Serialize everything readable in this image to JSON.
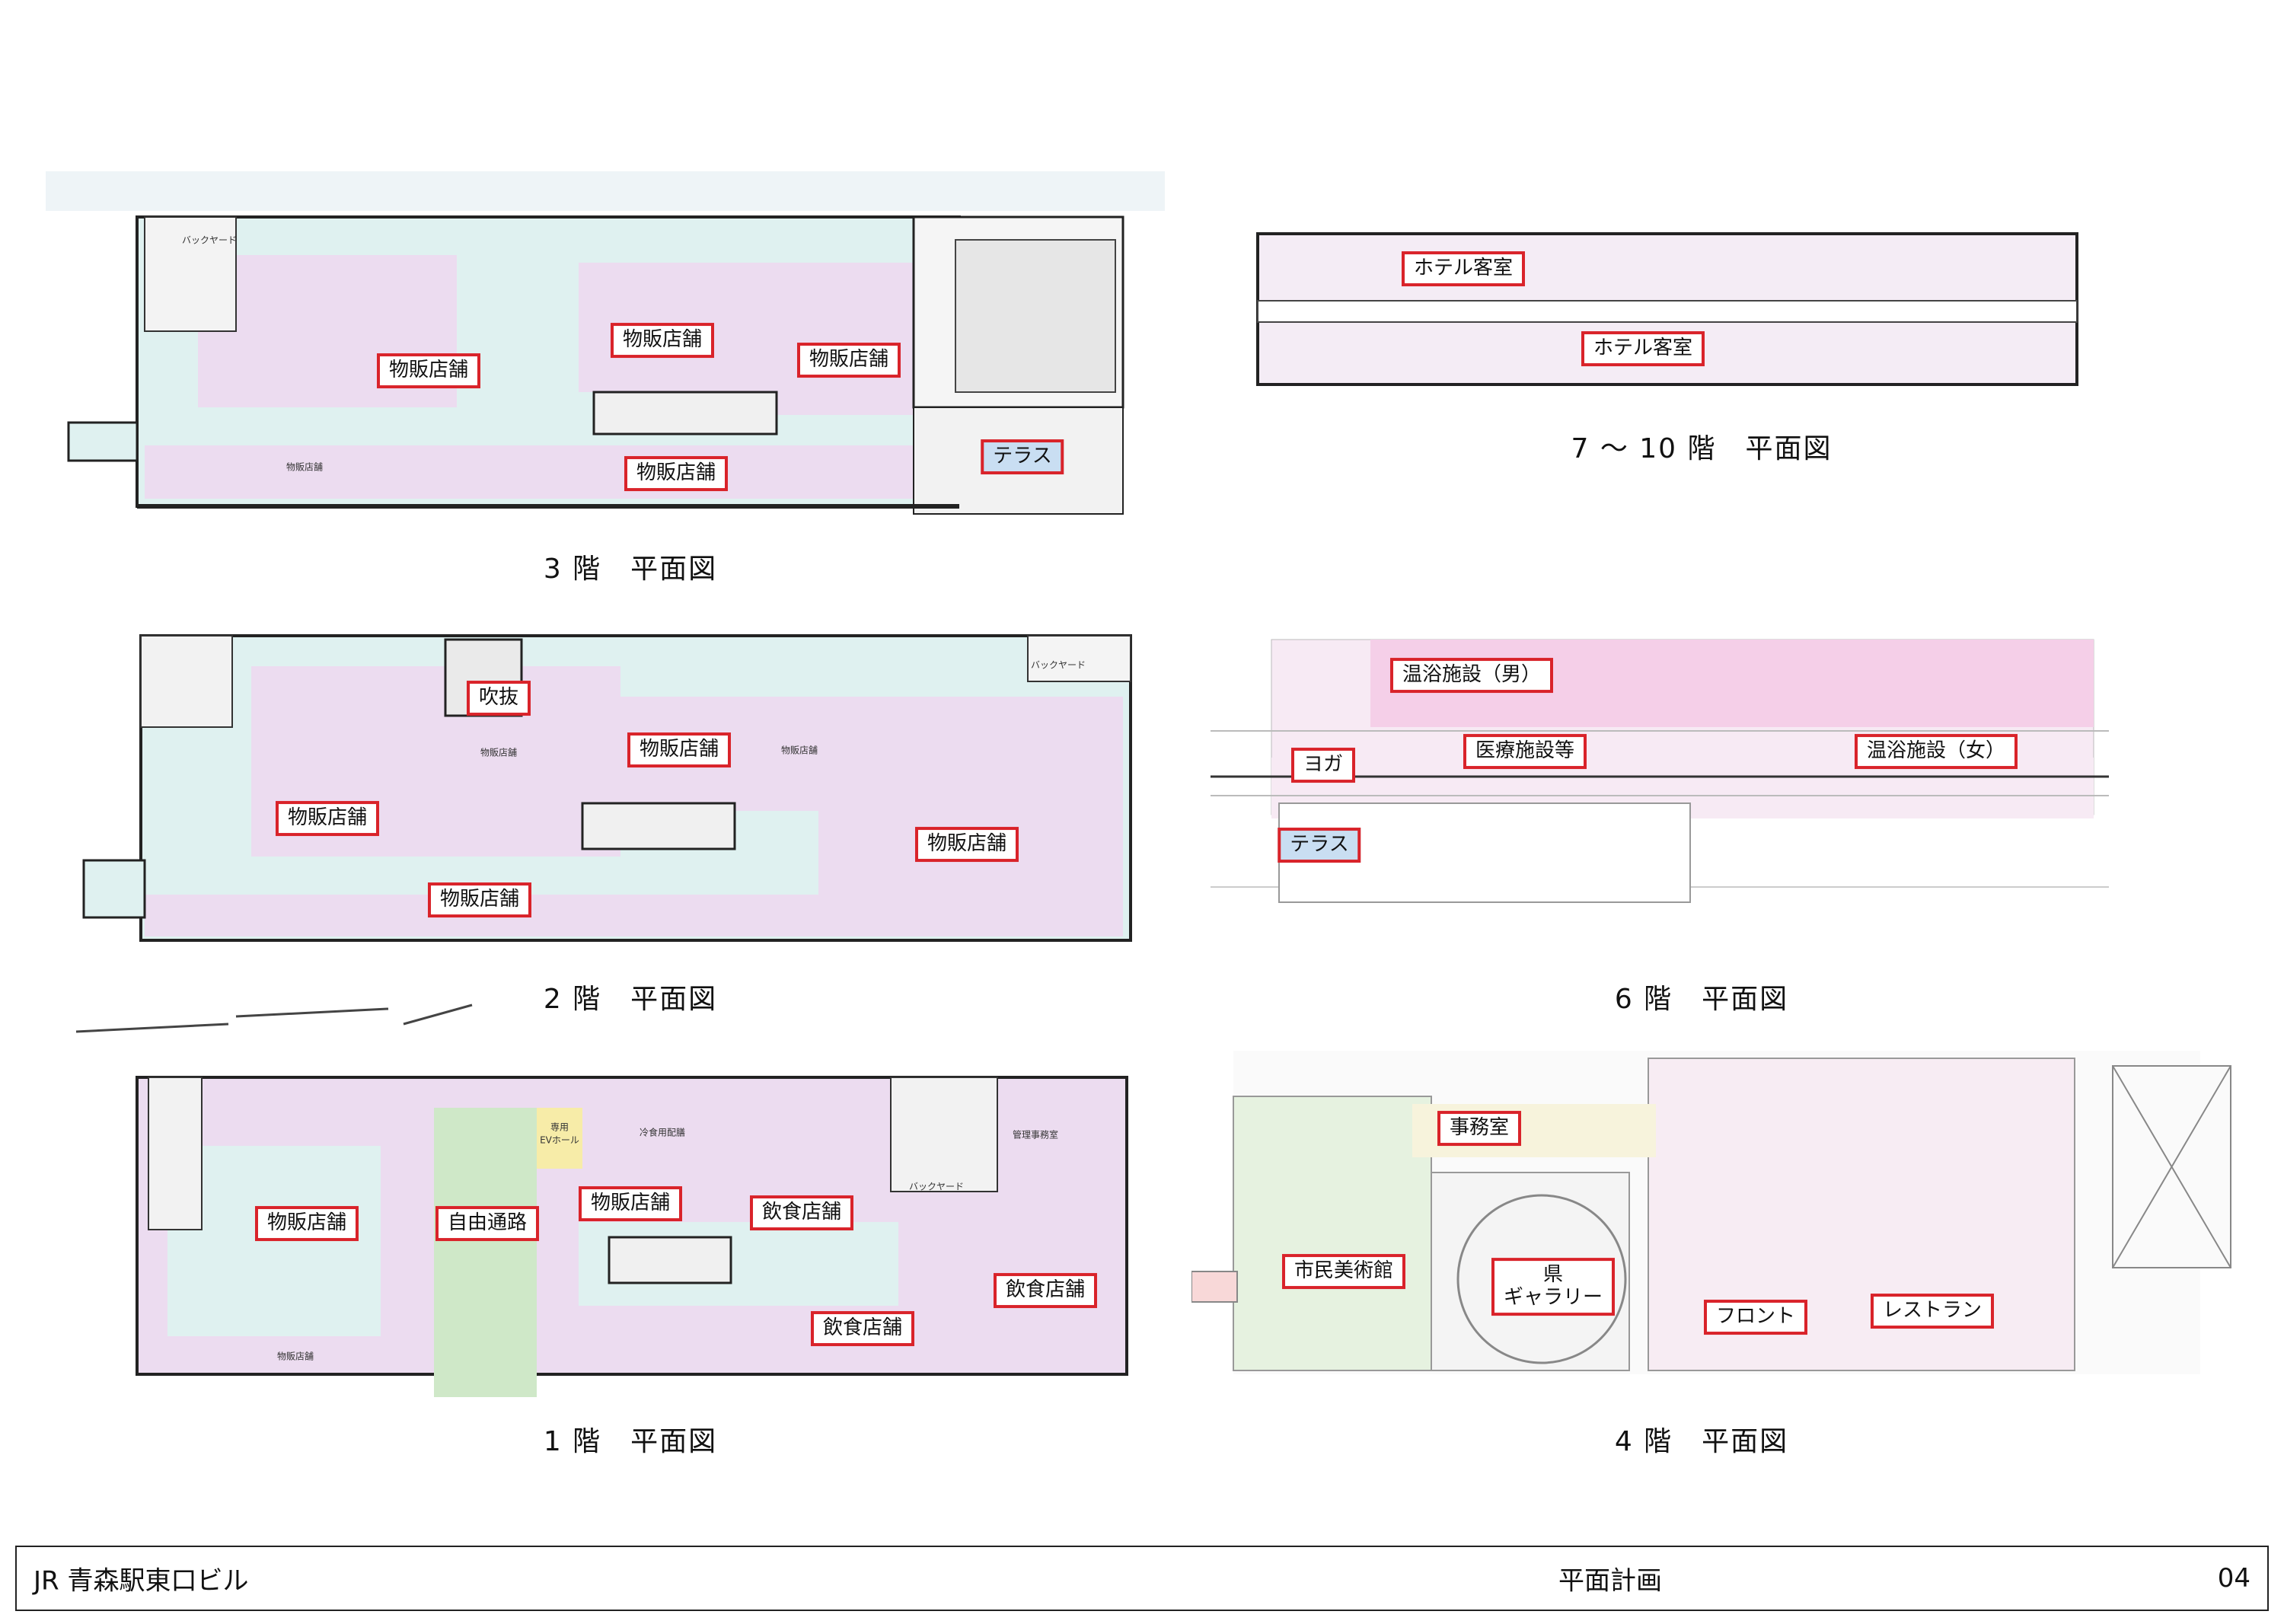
{
  "footer": {
    "building": "JR 青森駅東口ビル",
    "title": "平面計画",
    "page": "04"
  },
  "floors": {
    "f3": {
      "caption": "3 階　平面図",
      "labels": [
        "物販店舗",
        "物販店舗",
        "物販店舗",
        "物販店舗",
        "テラス"
      ],
      "small": [
        "バックヤード",
        "物販店舗"
      ]
    },
    "f2": {
      "caption": "2 階　平面図",
      "labels": [
        "吹抜",
        "物販店舗",
        "物販店舗",
        "物販店舗",
        "物販店舗"
      ],
      "small": [
        "バックヤード",
        "物販店舗",
        "物販店舗"
      ]
    },
    "f1": {
      "caption": "1 階　平面図",
      "labels": [
        "物販店舗",
        "自由通路",
        "物販店舗",
        "飲食店舗",
        "飲食店舗",
        "飲食店舗"
      ],
      "small": [
        "専用",
        "EVホール",
        "冷食用配膳",
        "管理事務室",
        "バックヤード",
        "物販店舗"
      ]
    },
    "f7": {
      "caption": "7 〜 10 階　平面図",
      "labels": [
        "ホテル客室",
        "ホテル客室"
      ]
    },
    "f6": {
      "caption": "6 階　平面図",
      "labels": [
        "温浴施設（男）",
        "ヨガ",
        "医療施設等",
        "温浴施設（女）",
        "テラス"
      ]
    },
    "f4": {
      "caption": "4 階　平面図",
      "labels": [
        "事務室",
        "市民美術館",
        "県\nギャラリー",
        "フロント",
        "レストラン"
      ]
    }
  }
}
